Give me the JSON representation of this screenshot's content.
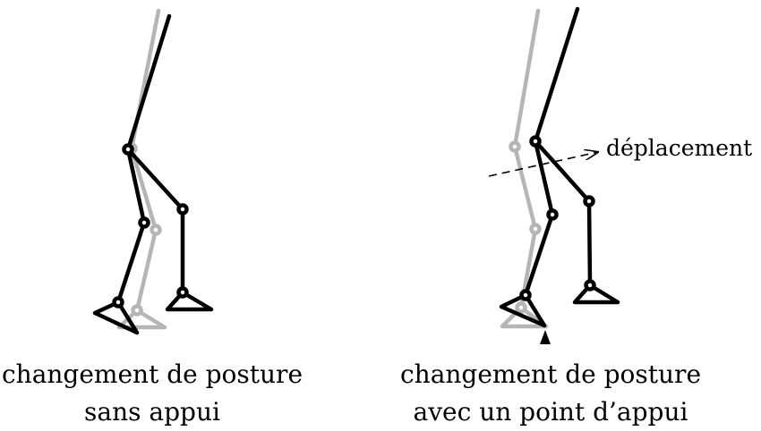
{
  "colors": {
    "current_posture": "#000000",
    "previous_posture": "#b5b5b5"
  },
  "panels": [
    {
      "caption_line1": "changement de posture",
      "caption_line2": "sans appui"
    },
    {
      "caption_line1": "changement de posture",
      "caption_line2": "avec un point d’appui"
    }
  ],
  "displacement_label": "déplacement"
}
